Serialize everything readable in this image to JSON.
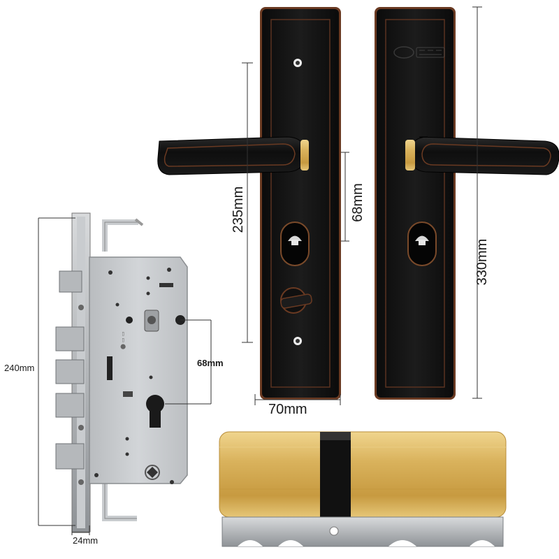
{
  "dimensions": {
    "plate_height": "235mm",
    "handle_spacing": "68mm",
    "plate_width": "70mm",
    "total_height": "330mm",
    "mortise_height": "240mm",
    "mortise_center": "68mm",
    "faceplate_width": "24mm"
  },
  "colors": {
    "plate": "#141414",
    "plate_edge": "#6a3a22",
    "mortise_body": "#c9cccf",
    "brass": "#d9b25c",
    "steel": "#a9adb1"
  }
}
